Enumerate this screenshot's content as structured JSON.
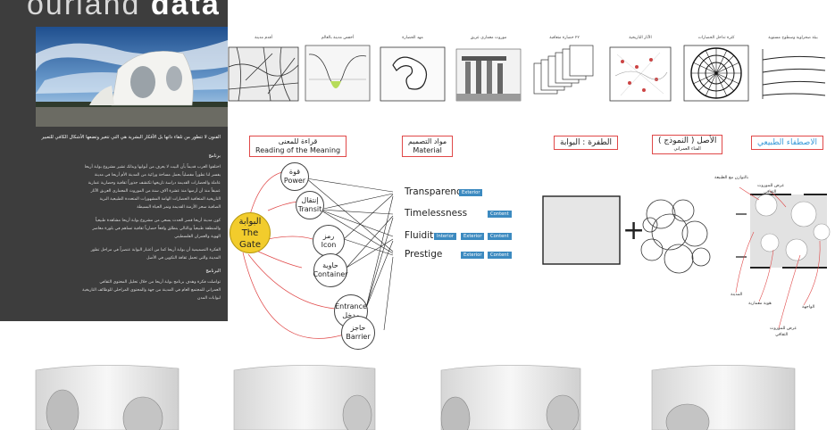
{
  "left_panel": {
    "brand_word1": "ourland",
    "brand_word2": "data",
    "headline": "الفنون لا تتطور من تلقاء ذاتها بل الأفكار البشرية هي التي تتغير وتضعها الأشكال الكافي للتعبير",
    "section1_title": "برنامج",
    "section1_lines": [
      "اختلفوا العرب قديماً بأن البيت لا يعرف من أبوابها وبذلك تشير مشروع بوابة أريحا",
      "يفسر لنا تطوراً مفصلياً بحمل مساحة ورائية من المدينة الأم أريحا في مدينة",
      "عاملة والحضارات القديمة دراسة تاريخها تكتشف جذوراً ثقافية وحضارية عمارية",
      "عميقاً منذ أن أرضها منذ عشرة آلاف سنة من الموروث المعماري العريق الآثار",
      "التاريخية المتعاقبة الحضارات الهامة المشهورات المتعددة الطبيعية البرية",
      "الصافية سحر الأزمنة القديمة ونمر الحياة البسيطة"
    ],
    "section2_lines": [
      "كون مدينة أريحا قصر الحدث يسعى من مشروع بوابة أريحا مشاهدة طبيعياً",
      "والمنطقة طبيعياً وبالتالي ينطلق واقعاً حضارياً ثقافية تساهم في بلورة معاصر",
      "الهوية والعمران الفلسطيني"
    ],
    "section3_lines": [
      "الفكرة التصميمية أن بوابة أريحا كما من أعتبار البوابة عنصراً في مراحل تطور",
      "المدينة والتي تحمل ثقافة التكوين في الأصل"
    ],
    "section4_title": "البرنامج",
    "section4_lines": [
      "تواصلت فكرة وهدف برنامج بوابة أريحا من خلال تحليل المحتوى الثقافي",
      "العمراني للمجتمع العام في المدينة من جهة والمحتوى المراحلي للوظائف التاريخية",
      "لبوابات المدن"
    ]
  },
  "thumbnails": [
    {
      "caption": "أقدم مدينة"
    },
    {
      "caption": "أخفض مدينة بالعالم"
    },
    {
      "caption": "مهد الحضارة"
    },
    {
      "caption": "موروث معماري عريق"
    },
    {
      "caption": "٢٢ حضارة متعاقبة"
    },
    {
      "caption": "الآثار التاريخية"
    },
    {
      "caption": "كثرة تداخل الحضارات"
    },
    {
      "caption": "بيئة صحراوية وسطوح مستوية"
    }
  ],
  "diagram": {
    "reading_title_ar": "قراءة للمعنى",
    "reading_title_en": "Reading of  the Meaning",
    "material_title_ar": "مواد التصميم",
    "material_title_en": "Material",
    "gate_ar": "البوابة",
    "gate_en": "The Gate",
    "meanings": [
      {
        "ar": "قوة",
        "en": "Power"
      },
      {
        "ar": "إنتقال",
        "en": "Transit"
      },
      {
        "ar": "رمز",
        "en": "Icon"
      },
      {
        "ar": "حاوية",
        "en": "Container"
      },
      {
        "ar": "مدخل",
        "en": "Entrance"
      },
      {
        "ar": "حاجز",
        "en": "Barrier"
      }
    ],
    "properties": [
      {
        "name": "Transparency",
        "tags": [
          "Exterior"
        ]
      },
      {
        "name": "Timelessness",
        "tags": [
          "Content"
        ]
      },
      {
        "name": "Fluidity",
        "tags": [
          "Interior",
          "Exterior",
          "Content"
        ]
      },
      {
        "name": "Prestige",
        "tags": [
          "Exterior",
          "Content"
        ]
      }
    ]
  },
  "right_section": {
    "title_front": "الطفرة : البوابة",
    "title_origin": "الأصل ( النموذج )",
    "subtitle_origin": "الفناء العمراني",
    "title_natural": "الاصطفاء الطبيعي",
    "plus": "+",
    "equals": "=",
    "annotations": {
      "top1": "بالتوازن مع الطبيعة",
      "top2": "عرض للموروث",
      "top2b": "الثقافي",
      "city": "المدينة",
      "identity": "هوية معمارية",
      "facade": "الواجهة",
      "bottom": "عرض للموروث",
      "bottomb": "الثقافي"
    }
  }
}
